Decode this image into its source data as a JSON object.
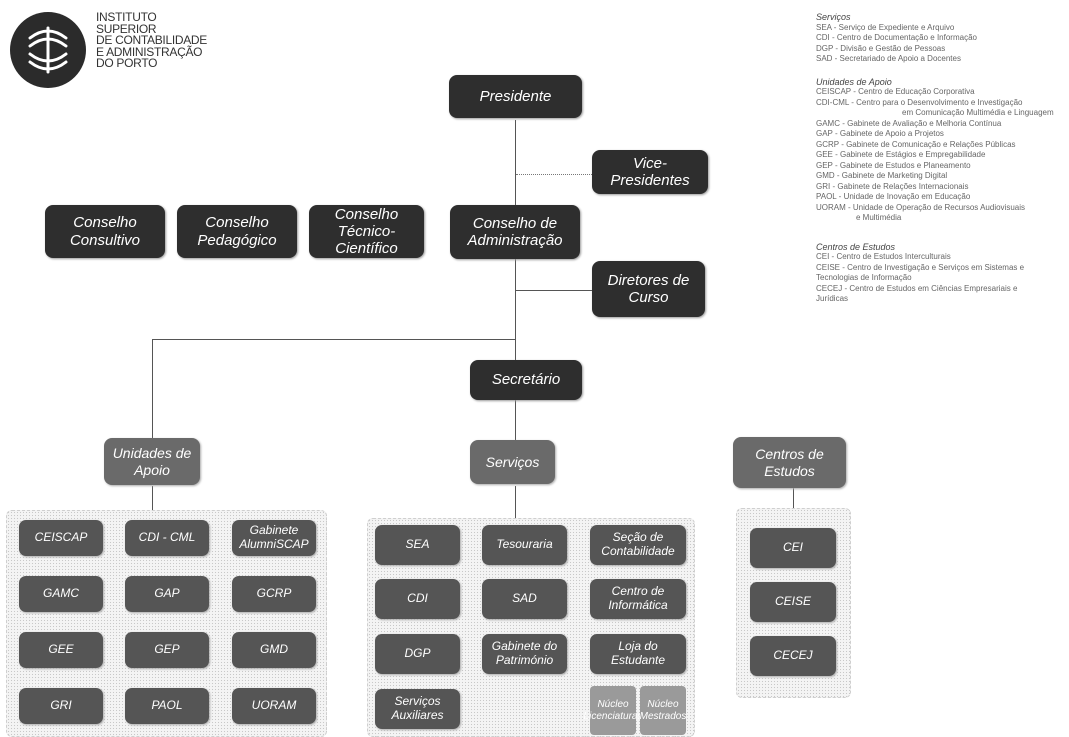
{
  "logo": {
    "name": "ISCAP logo",
    "lines": [
      "INSTITUTO",
      "SUPERIOR",
      "DE CONTABILIDADE",
      "E ADMINISTRAÇÃO",
      "DO PORTO"
    ]
  },
  "nodes": {
    "presidente": "Presidente",
    "vice": "Vice-Presidentes",
    "consultivo": "Conselho Consultivo",
    "pedagogico": "Conselho Pedagógico",
    "tecnico": "Conselho Técnico-Científico",
    "administracao": "Conselho de Administração",
    "diretores": "Diretores de Curso",
    "secretario": "Secretário",
    "unidades": "Unidades de Apoio",
    "servicos": "Serviços",
    "centros": "Centros de Estudos"
  },
  "unidades_items": [
    "CEISCAP",
    "CDI - CML",
    "Gabinete AlumniSCAP",
    "GAMC",
    "GAP",
    "GCRP",
    "GEE",
    "GEP",
    "GMD",
    "GRI",
    "PAOL",
    "UORAM"
  ],
  "servicos_items": [
    "SEA",
    "Tesouraria",
    "Seção de Contabilidade",
    "CDI",
    "SAD",
    "Centro de Informática",
    "DGP",
    "Gabinete do Património",
    "Loja do Estudante",
    "Serviços Auxiliares"
  ],
  "loja_sub": [
    "Núcleo Licenciaturas",
    "Núcleo Mestrados"
  ],
  "centros_items": [
    "CEI",
    "CEISE",
    "CECEJ"
  ],
  "legend": {
    "servicos_title": "Serviços",
    "servicos": [
      "SEA - Serviço de Expediente e Arquivo",
      "CDI - Centro de Documentação e Informação",
      "DGP - Divisão e Gestão de Pessoas",
      "SAD - Secretariado de Apoio a Docentes"
    ],
    "unidades_title": "Unidades de Apoio",
    "unidades": [
      "CEISCAP - Centro de Educação Corporativa",
      "CDI-CML - Centro para o Desenvolvimento e Investigação",
      "em Comunicação Multimédia e Linguagem",
      "GAMC - Gabinete de Avaliação e Melhoria Contínua",
      "GAP - Gabinete de Apoio a Projetos",
      "GCRP - Gabinete de Comunicação e Relações Públicas",
      "GEE - Gabinete de Estágios e Empregabilidade",
      "GEP - Gabinete de Estudos e Planeamento",
      "GMD - Gabinete de Marketing Digital",
      "GRI - Gabinete de Relações Internacionais",
      "PAOL - Unidade de Inovação em Educação",
      "UORAM - Unidade de Operação de Recursos Audiovisuais",
      "e Multimédia"
    ],
    "centros_title": "Centros de Estudos",
    "centros": [
      "CEI - Centro de Estudos Interculturais",
      "CEISE - Centro de Investigação e Serviços em Sistemas e",
      "Tecnologias de Informação",
      "CECEJ - Centro de Estudos em Ciências Empresariais e",
      "Jurídicas"
    ]
  }
}
